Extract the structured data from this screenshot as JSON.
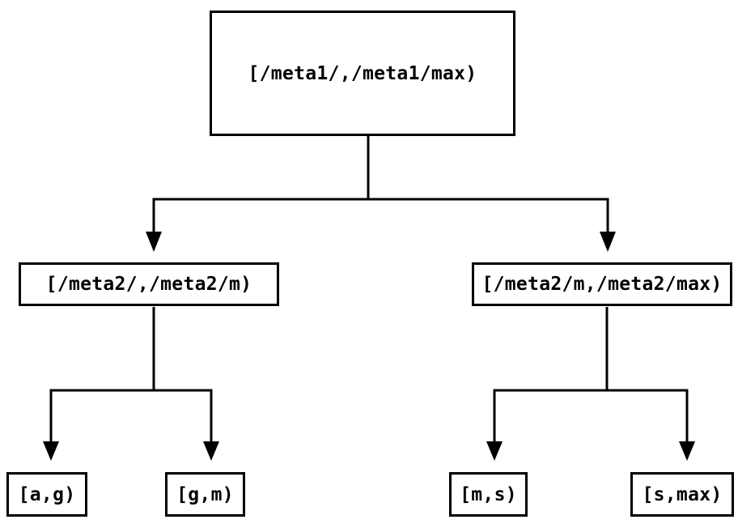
{
  "diagram": {
    "type": "tree",
    "background_color": "#ffffff",
    "line_color": "#000000",
    "text_color": "#000000",
    "nodes": {
      "root": {
        "label": "[/meta1/,/meta1/max)",
        "level": 0
      },
      "mid_left": {
        "label": "[/meta2/,/meta2/m)",
        "level": 1
      },
      "mid_right": {
        "label": "[/meta2/m,/meta2/max)",
        "level": 1
      },
      "leaf_ag": {
        "label": "[a,g)",
        "level": 2
      },
      "leaf_gm": {
        "label": "[g,m)",
        "level": 2
      },
      "leaf_ms": {
        "label": "[m,s)",
        "level": 2
      },
      "leaf_smax": {
        "label": "[s,max)",
        "level": 2
      }
    },
    "edges": [
      {
        "from": "root",
        "to": "mid_left",
        "arrow": "down"
      },
      {
        "from": "root",
        "to": "mid_right",
        "arrow": "down"
      },
      {
        "from": "mid_left",
        "to": "leaf_ag",
        "arrow": "down"
      },
      {
        "from": "mid_left",
        "to": "leaf_gm",
        "arrow": "down"
      },
      {
        "from": "mid_right",
        "to": "leaf_ms",
        "arrow": "down"
      },
      {
        "from": "mid_right",
        "to": "leaf_smax",
        "arrow": "down"
      }
    ]
  }
}
